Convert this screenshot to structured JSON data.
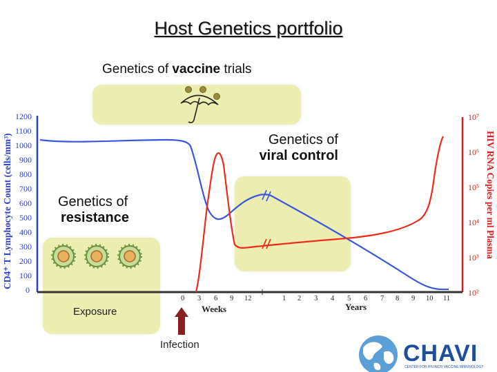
{
  "title": "Host Genetics portfolio",
  "labels": {
    "vaccine_prefix": "Genetics of ",
    "vaccine_bold": "vaccine",
    "vaccine_suffix": " trials",
    "viral_line1": "Genetics of",
    "viral_line2": "viral control",
    "resist_line1": "Genetics of",
    "resist_line2": "resistance",
    "exposure": "Exposure",
    "infection": "Infection"
  },
  "chart_data": {
    "type": "line",
    "left_axis": {
      "title": "CD4⁺ T Lymphocyte Count (cells/mm³)",
      "ticks": [
        "1200",
        "1100",
        "1000",
        "900",
        "800",
        "700",
        "600",
        "500",
        "400",
        "300",
        "200",
        "100",
        "0"
      ]
    },
    "right_axis": {
      "title": "HIV RNA Copies per ml Plasma",
      "ticks": [
        "10⁷",
        "10⁶",
        "10⁵",
        "10⁴",
        "10³",
        "10²"
      ]
    },
    "x_weeks": {
      "title": "Weeks",
      "ticks": [
        "0",
        "3",
        "6",
        "9",
        "12"
      ]
    },
    "x_years": {
      "title": "Years",
      "ticks": [
        "1",
        "2",
        "3",
        "4",
        "5",
        "6",
        "7",
        "8",
        "9",
        "10",
        "11"
      ]
    },
    "series": [
      {
        "name": "CD4",
        "color": "#3a55e0"
      },
      {
        "name": "HIV RNA",
        "color": "#ee2a1a"
      }
    ]
  },
  "logo": {
    "text": "CHAVI",
    "subtext": "CENTER FOR HIV/AIDS VACCINE IMMUNOLOGY",
    "color": "#1f4f9c"
  },
  "colors": {
    "box": "#ecedb0",
    "cd4": "#3a55e0",
    "rna": "#ee2a1a",
    "left_axis": "#2b3fc7",
    "right_axis": "#d92020"
  }
}
